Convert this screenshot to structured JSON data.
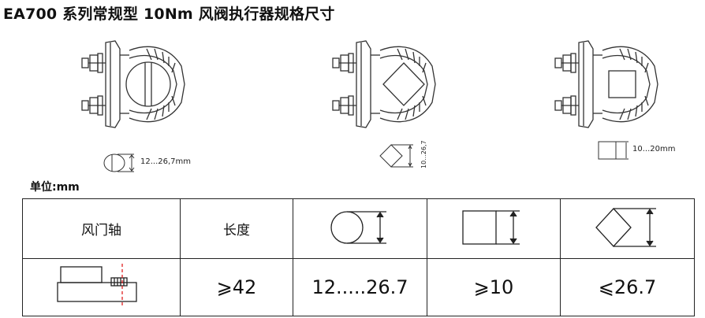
{
  "title": "EA700 系列常规型 10Nm 风阀执行器规格尺寸",
  "diagrams": [
    {
      "shaft": "round",
      "dimension": "12...26,7mm"
    },
    {
      "shaft": "diamond",
      "dimension": "10...26,7"
    },
    {
      "shaft": "square",
      "dimension": "10...20mm"
    }
  ],
  "unit_label": "单位:mm",
  "table": {
    "header": {
      "damper_shaft": "风门轴",
      "length": "长度"
    },
    "values": {
      "length": "⩾42",
      "round": "12.....26.7",
      "square": "⩾10",
      "diamond": "⩽26.7"
    }
  }
}
